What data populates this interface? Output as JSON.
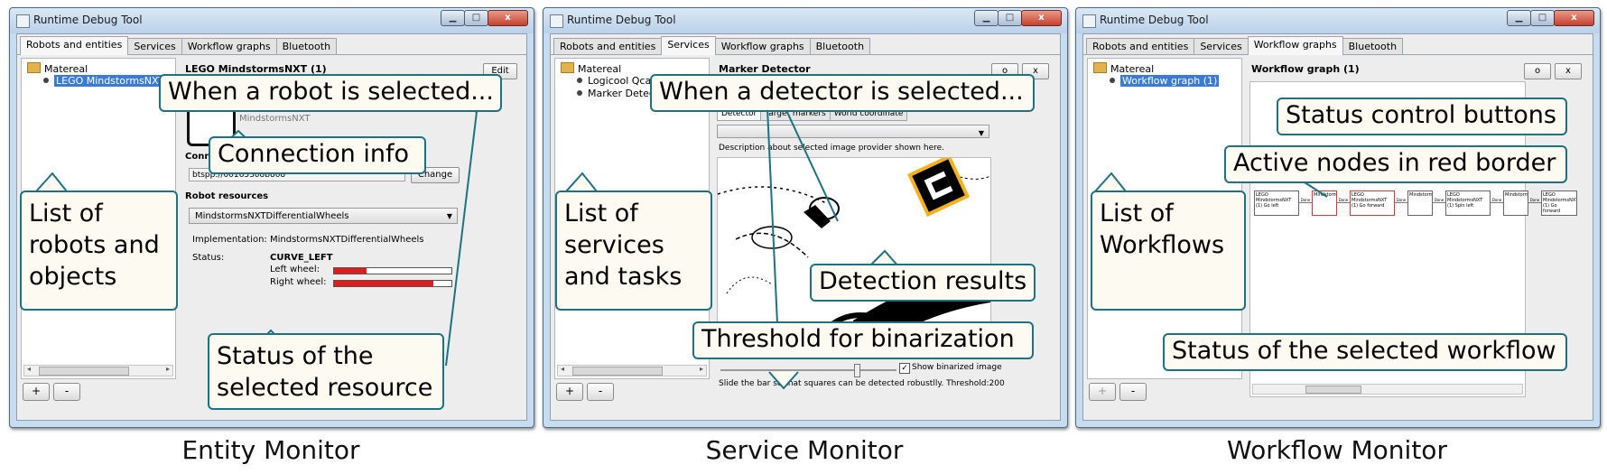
{
  "window": {
    "title": "Runtime Debug Tool",
    "minimize_glyph": "▁",
    "maximize_glyph": "□",
    "close_glyph": "x"
  },
  "tabs": [
    "Robots and entities",
    "Services",
    "Workflow graphs",
    "Bluetooth"
  ],
  "colors": {
    "callout_border": "#1d7282",
    "callout_fill": "#fdfaf2",
    "selection": "#3b7bd6",
    "active_red": "#e31b1b"
  },
  "entity": {
    "caption": "Entity Monitor",
    "tree_root": "Matereal",
    "tree_item": "LEGO MindstormsNXT",
    "panel_title": "LEGO MindstormsNXT (1)",
    "edit_label": "Edit",
    "model_label": "MindstormsNXT",
    "connector_heading": "Connector",
    "connector_value": "btspp://00165308b808",
    "change_label": "Change",
    "resources_heading": "Robot resources",
    "resource_selected": "MindstormsNXTDifferentialWheels",
    "impl_label": "Implementation:",
    "impl_value": "MindstormsNXTDifferentialWheels",
    "status_label": "Status:",
    "status_value": "CURVE_LEFT",
    "left_wheel_label": "Left wheel:",
    "right_wheel_label": "Right wheel:",
    "left_wheel_level": 0.28,
    "right_wheel_level": 0.86,
    "add_label": "+",
    "remove_label": "-",
    "callouts": {
      "selected": "When a robot is selected...",
      "connection": "Connection info",
      "list": "List of robots and objects",
      "status": "Status of the selected resource"
    }
  },
  "service": {
    "caption": "Service Monitor",
    "tree_root": "Matereal",
    "tree_items": [
      "Logicool Qcam",
      "Marker Detector"
    ],
    "panel_title": "Marker Detector",
    "btn_o": "o",
    "btn_x": "x",
    "subtabs": [
      "Detector",
      "Target markers",
      "World coordinate"
    ],
    "description": "Description about selected image provider shown here.",
    "show_binarized_label": "Show binarized image",
    "show_binarized_checked": true,
    "slider_hint": "Slide the bar so that squares can be detected robustlly. Threshold:200",
    "slider_level": 0.78,
    "add_label": "+",
    "remove_label": "-",
    "callouts": {
      "selected": "When a detector is selected...",
      "list": "List of services and tasks",
      "results": "Detection results",
      "threshold": "Threshold for binarization"
    }
  },
  "workflow": {
    "caption": "Workflow Monitor",
    "tree_root": "Matereal",
    "tree_item": "Workflow graph (1)",
    "panel_title": "Workflow graph (1)",
    "btn_o": "o",
    "btn_x": "x",
    "nodes": [
      {
        "label": "LEGO MindstormsNXT (1) Go left",
        "active": false
      },
      {
        "label": "MindstormsNXT",
        "active": true
      },
      {
        "label": "LEGO MindstormsNXT (1) Go forward",
        "active": true
      },
      {
        "label": "MindstormsNXT",
        "active": false
      },
      {
        "label": "LEGO MindstormsNXT (1) Spin left",
        "active": false
      },
      {
        "label": "MindstormsNXT",
        "active": false
      },
      {
        "label": "LEGO MindstormsNXT (1) Go forward",
        "active": false
      }
    ],
    "edge_label": "Done",
    "add_label": "+",
    "remove_label": "-",
    "callouts": {
      "buttons": "Status control buttons",
      "active": "Active nodes in red border",
      "list": "List of Workflows",
      "status": "Status of the selected workflow"
    }
  }
}
